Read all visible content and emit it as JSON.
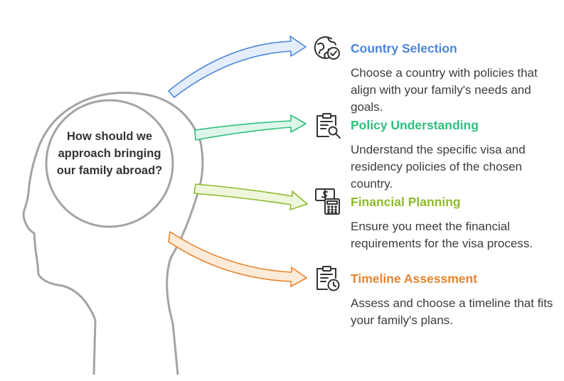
{
  "center_question": "How should we approach bringing our family abroad?",
  "items": [
    {
      "title": "Country Selection",
      "description": "Choose a country with policies that align with your family's needs and goals.",
      "icon": "globe-check-icon",
      "color": "#4a86d9",
      "arrow_fill": "#e3edfb",
      "arrow_stroke": "#4a86d9"
    },
    {
      "title": "Policy Understanding",
      "description": "Understand the specific visa and residency policies of the chosen country.",
      "icon": "clipboard-search-icon",
      "color": "#2fbf7c",
      "arrow_fill": "#def6ea",
      "arrow_stroke": "#2fbf7c"
    },
    {
      "title": "Financial Planning",
      "description": "Ensure you meet the financial requirements for the visa process.",
      "icon": "money-calculator-icon",
      "color": "#8dbb2b",
      "arrow_fill": "#eef6dc",
      "arrow_stroke": "#8dbb2b"
    },
    {
      "title": "Timeline Assessment",
      "description": "Assess and choose a timeline that fits your family's plans.",
      "icon": "clipboard-clock-icon",
      "color": "#e8842f",
      "arrow_fill": "#fcebd9",
      "arrow_stroke": "#e8842f"
    }
  ]
}
